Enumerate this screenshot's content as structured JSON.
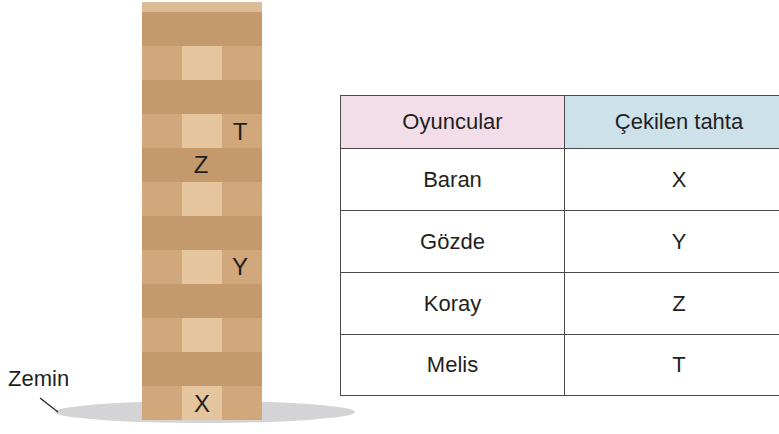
{
  "diagram": {
    "labels": [
      "T",
      "Z",
      "Y",
      "Zemin",
      "X",
      "Oyuncular",
      "Çekilen tahta",
      "Baran",
      "X",
      "Gözde",
      "Y",
      "Koray",
      "Z",
      "Melis",
      "T"
    ]
  }
}
